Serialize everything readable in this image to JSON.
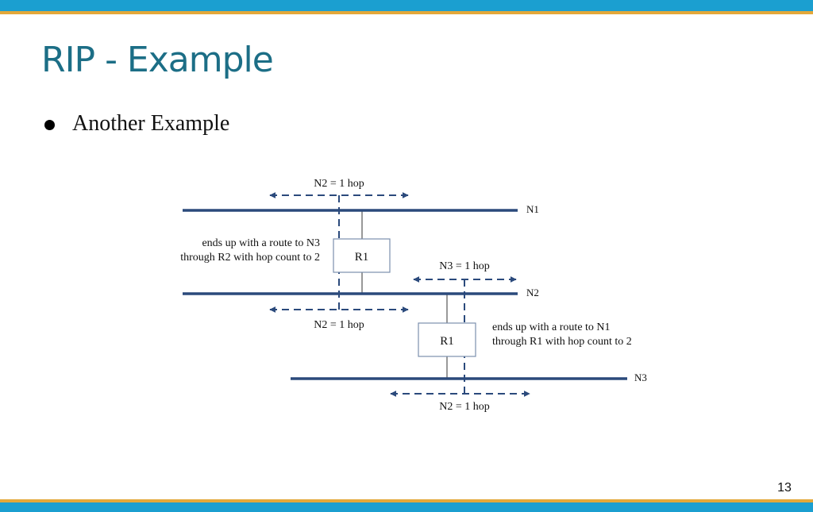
{
  "slide": {
    "title": "RIP - Example",
    "bullet": "Another Example",
    "page_number": "13"
  },
  "diagram": {
    "networks": [
      {
        "id": "n1",
        "label": "N1"
      },
      {
        "id": "n2",
        "label": "N2"
      },
      {
        "id": "n3",
        "label": "N3"
      }
    ],
    "routers": [
      {
        "id": "router-top",
        "label": "R1"
      },
      {
        "id": "router-bottom",
        "label": "R1"
      }
    ],
    "advertisements": [
      {
        "id": "adv-top",
        "label": "N2 = 1 hop"
      },
      {
        "id": "adv-mid-left",
        "label": "N2 = 1 hop"
      },
      {
        "id": "adv-mid-right",
        "label": "N3 = 1 hop"
      },
      {
        "id": "adv-bottom",
        "label": "N2 = 1 hop"
      }
    ],
    "notes": {
      "left": [
        "ends up with a route to N3",
        "through R2 with hop count to 2"
      ],
      "right": [
        "ends up with a route to N1",
        "through R1 with hop count to 2"
      ]
    },
    "colors": {
      "network_line": "#2b4a7c",
      "arrow": "#2b4a7c",
      "router_border": "#7b8fae",
      "link_line": "#555555"
    }
  }
}
